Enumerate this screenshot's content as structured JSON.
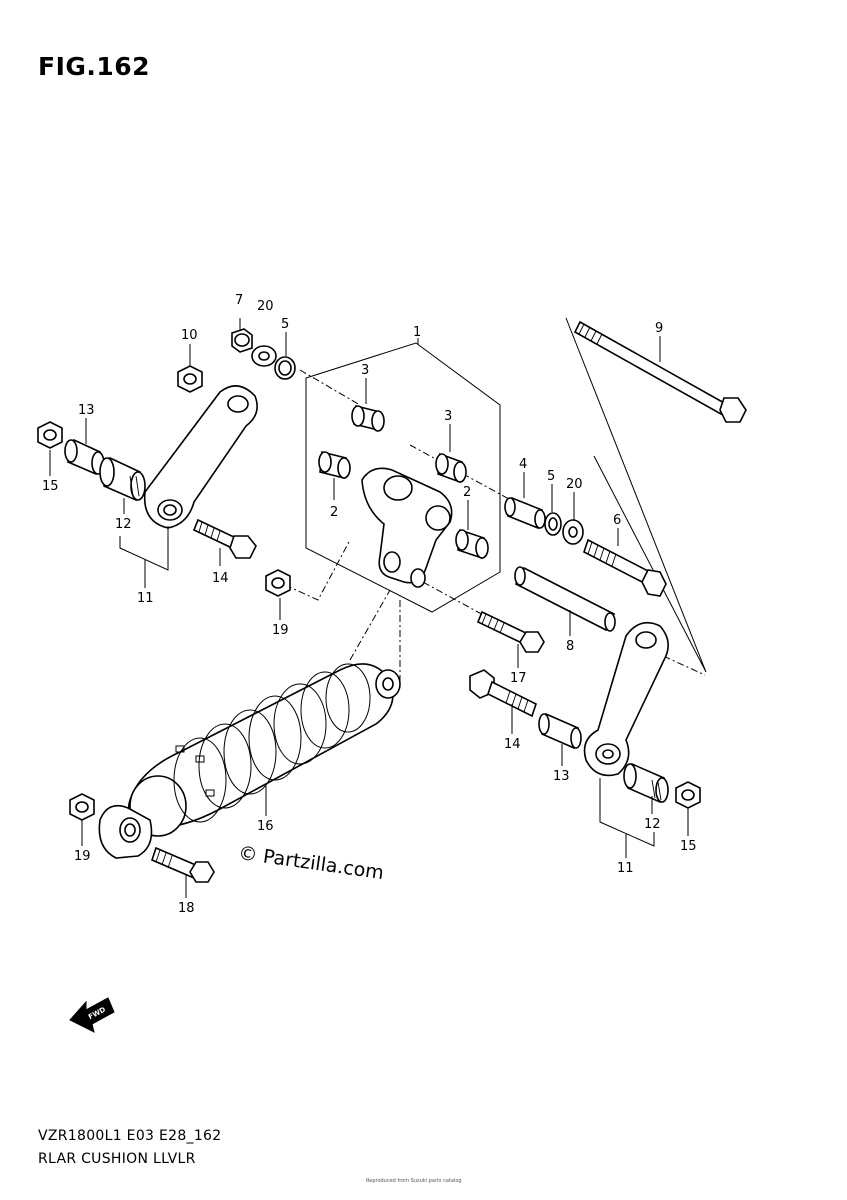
{
  "figure": {
    "title": "FIG.162",
    "model_code": "VZR1800L1 E03 E28_162",
    "part_name": "RLAR CUSHION LLVLR",
    "watermark": "© Partzilla.com",
    "fwd_label": "FWD",
    "footer_note": "Reproduced from Suzuki parts catalog"
  },
  "callouts": [
    "1",
    "2",
    "2",
    "3",
    "3",
    "4",
    "5",
    "5",
    "6",
    "7",
    "8",
    "9",
    "10",
    "11",
    "11",
    "12",
    "12",
    "13",
    "13",
    "14",
    "14",
    "15",
    "15",
    "16",
    "17",
    "18",
    "19",
    "19",
    "20",
    "20"
  ]
}
